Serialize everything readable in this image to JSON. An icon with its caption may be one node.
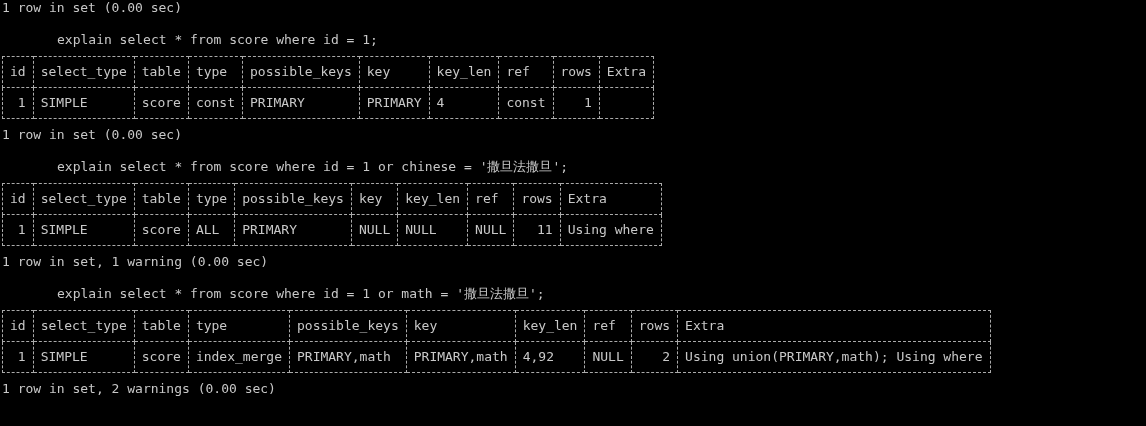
{
  "diagram": {
    "labels": [
      "1 row in set (0.00 sec)",
      "explain select * from score where id = 1;",
      "id",
      "select_type",
      "table",
      "type",
      "possible_keys",
      "key",
      "key_len",
      "ref",
      "rows",
      "Extra",
      "1",
      "SIMPLE",
      "score",
      "const",
      "PRIMARY",
      "PRIMARY",
      "4",
      "const",
      "1",
      "1 row in set (0.00 sec)",
      "explain select * from score where id = 1 or chinese = '撒旦法撒旦';",
      "id",
      "select_type",
      "table",
      "type",
      "possible_keys",
      "key",
      "key_len",
      "ref",
      "rows",
      "Extra",
      "1",
      "SIMPLE",
      "score",
      "ALL",
      "PRIMARY",
      "NULL",
      "NULL",
      "NULL",
      "11",
      "Using where",
      "1 row in set, 1 warning (0.00 sec)",
      "explain select * from score where id = 1 or math = '撒旦法撒旦';",
      "id",
      "select_type",
      "table",
      "type",
      "possible_keys",
      "key",
      "key_len",
      "ref",
      "rows",
      "Extra",
      "1",
      "SIMPLE",
      "score",
      "index_merge",
      "PRIMARY,math",
      "PRIMARY,math",
      "4,92",
      "NULL",
      "2",
      "Using union(PRIMARY,math); Using where",
      "1 row in set, 2 warnings (0.00 sec)"
    ]
  }
}
